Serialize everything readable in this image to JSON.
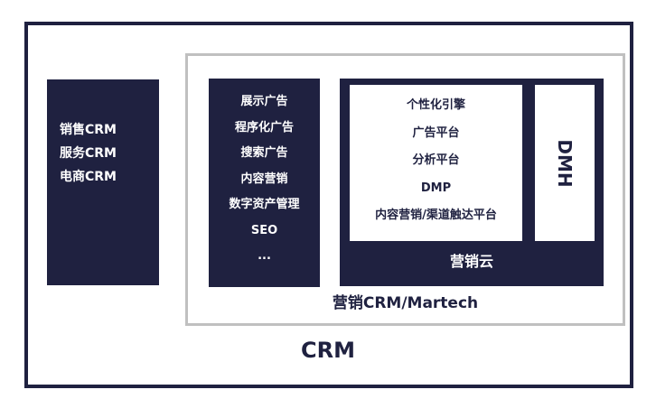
{
  "crm": {
    "label": "CRM"
  },
  "sales_panel": {
    "items": [
      "销售CRM",
      "服务CRM",
      "电商CRM"
    ]
  },
  "martech": {
    "label": "营销CRM/Martech"
  },
  "ads_panel": {
    "items": [
      "展示广告",
      "程序化广告",
      "搜索广告",
      "内容营销",
      "数字资产管理",
      "SEO",
      "..."
    ]
  },
  "marketing_cloud": {
    "label": "营销云",
    "inner_items": [
      "个性化引擎",
      "广告平台",
      "分析平台",
      "DMP",
      "内容营销/渠道触达平台"
    ],
    "side_box": "DMH"
  },
  "colors": {
    "navy": "#1f2140",
    "gray_border": "#c0c0c0",
    "white": "#ffffff"
  }
}
